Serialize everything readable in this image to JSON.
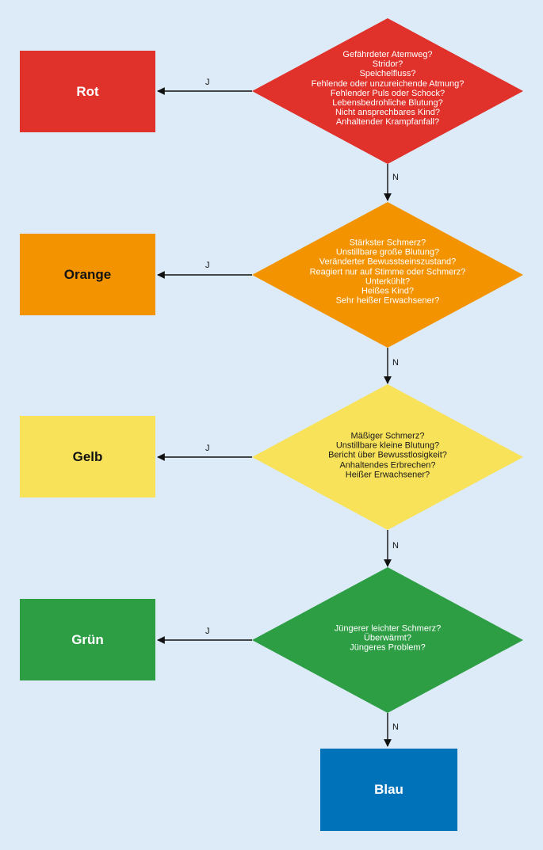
{
  "colors": {
    "background": "#dcebf7",
    "red": "#e0312a",
    "orange": "#f39300",
    "yellow": "#f8e25a",
    "green": "#2e9e45",
    "blue": "#0072ba",
    "line": "#111111"
  },
  "levels": [
    {
      "id": "rot",
      "label": "Rot",
      "questions": [
        "Gefährdeter Atemweg?",
        "Stridor?",
        "Speichelfluss?",
        "Fehlende oder unzureichende Atmung?",
        "Fehlender Puls oder Schock?",
        "Lebensbedrohliche Blutung?",
        "Nicht ansprechbares Kind?",
        "Anhaltender Krampfanfall?"
      ]
    },
    {
      "id": "orange",
      "label": "Orange",
      "questions": [
        "Stärkster Schmerz?",
        "Unstillbare große Blutung?",
        "Veränderter Bewusstseinszustand?",
        "Reagiert nur auf Stimme oder Schmerz?",
        "Unterkühlt?",
        "Heißes Kind?",
        "Sehr heißer Erwachsener?"
      ]
    },
    {
      "id": "gelb",
      "label": "Gelb",
      "questions": [
        "Mäßiger Schmerz?",
        "Unstillbare kleine Blutung?",
        "Bericht über Bewusstlosigkeit?",
        "Anhaltendes Erbrechen?",
        "Heißer Erwachsener?"
      ]
    },
    {
      "id": "gruen",
      "label": "Grün",
      "questions": [
        "Jüngerer leichter Schmerz?",
        "Überwärmt?",
        "Jüngeres Problem?"
      ]
    }
  ],
  "final": {
    "label": "Blau"
  },
  "edge_labels": {
    "yes": "J",
    "no": "N"
  }
}
